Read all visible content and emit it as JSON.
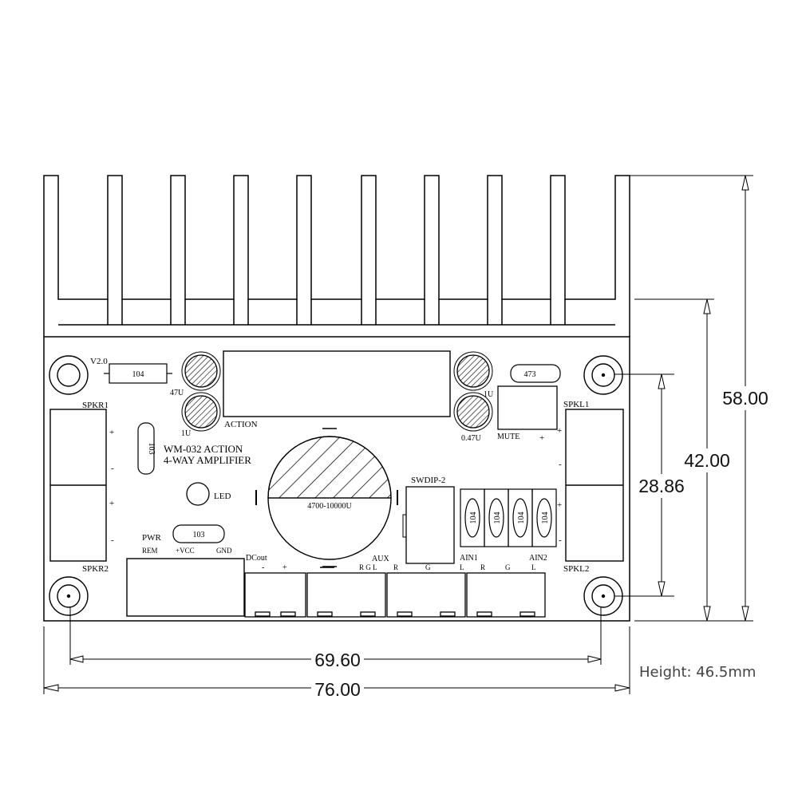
{
  "board": {
    "version": "V2.0",
    "title_line1": "WM-032 ACTION",
    "title_line2": "4-WAY AMPLIFIER",
    "action_label": "ACTION",
    "led_label": "LED",
    "swdip_label": "SWDIP-2",
    "mute_label": "MUTE",
    "spkr1": "SPKR1",
    "spkr2": "SPKR2",
    "spkl1": "SPKL1",
    "spkl2": "SPKL2",
    "pwr": "PWR",
    "rem": "REM",
    "vcc": "+VCC",
    "gnd": "GND",
    "dcout": "DCout",
    "aux": "AUX",
    "ain1": "AIN1",
    "ain2": "AIN2",
    "big_cap": "4700-10000U",
    "cap_47u": "47U",
    "cap_1u_left": "1U",
    "cap_1u_right": "1U",
    "cap_047u": "0.47U",
    "res_104_top": "104",
    "res_473": "473",
    "res_103_vertical": "103",
    "res_103_pwr": "103",
    "res_104_array": [
      "104",
      "104",
      "104",
      "104"
    ],
    "plus": "+",
    "minus": "-",
    "aux_pins": "R G L",
    "pin_r": "R",
    "pin_g": "G",
    "pin_l": "L"
  },
  "dimensions": {
    "overall_width": "76.00",
    "hole_spacing_width": "69.60",
    "overall_height": "58.00",
    "board_height": "42.00",
    "hole_spacing_height": "28.86"
  },
  "note": "Height: 46.5mm"
}
